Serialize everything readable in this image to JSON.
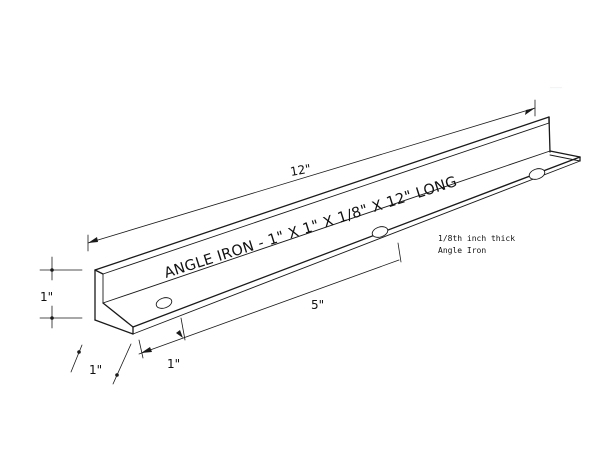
{
  "title_label": "ANGLE IRON - 1\" X 1\" X 1/8\" X 12\" LONG",
  "dimensions": {
    "length": "12\"",
    "hole_spacing": "5\"",
    "height": "1\"",
    "width": "1\"",
    "hole_offset": "1\""
  },
  "note": {
    "line1": "1/8th inch thick",
    "line2": "Angle Iron"
  },
  "faint_mark": "___"
}
